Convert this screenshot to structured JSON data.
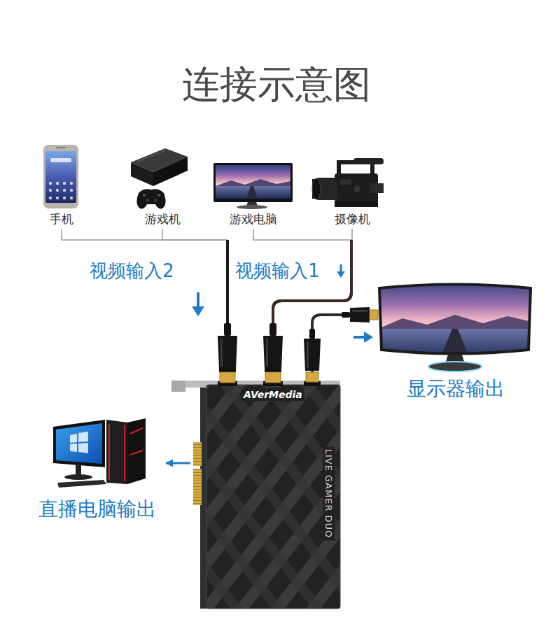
{
  "diagram": {
    "title": "连接示意图",
    "nodes": [
      {
        "text": [
          "手机"
        ]
      },
      {
        "text": [
          "游戏机"
        ]
      },
      {
        "text": [
          "游戏电脑"
        ]
      },
      {
        "text": [
          "摄像机"
        ]
      },
      {
        "text": [
          "AVerMedia",
          "LIVE GAMER DUO"
        ]
      },
      {
        "text": [
          "显示器输出"
        ]
      },
      {
        "text": [
          "直播电脑输出"
        ]
      }
    ],
    "edges": [
      {
        "from": 0,
        "to": 4,
        "arrow": "none"
      },
      {
        "from": 1,
        "to": 4,
        "arrow": "none"
      },
      {
        "from": 2,
        "to": 4,
        "arrow": "none"
      },
      {
        "from": 3,
        "to": 4,
        "arrow": "none"
      },
      {
        "from": 4,
        "to": 5,
        "arrow": "none"
      },
      {
        "from": 4,
        "to": 6,
        "arrow": "to"
      }
    ],
    "labels": [
      "视频输入2",
      "视频输入1"
    ]
  }
}
